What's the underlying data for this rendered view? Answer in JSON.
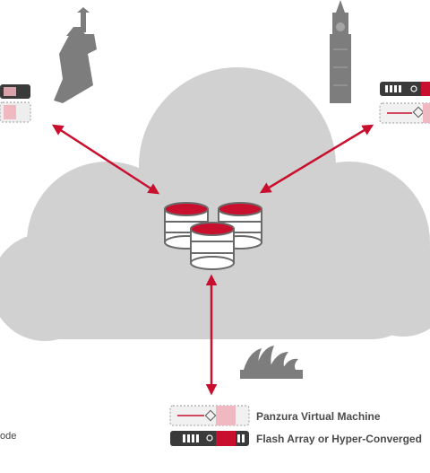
{
  "diagram": {
    "colors": {
      "cloud": "#d1d1d1",
      "accent": "#c8102e",
      "device_dark": "#3a3a3a",
      "landmark": "#7d7d7d",
      "text": "#4a4a4a"
    },
    "icons": {
      "central": "database-cluster-icon",
      "left_landmark": "statue-of-liberty-icon",
      "right_landmark": "big-ben-icon",
      "bottom_landmark": "sydney-opera-house-icon"
    },
    "legend": {
      "virtual_machine": "Panzura Virtual Machine",
      "flash_array": "Flash Array or Hyper-Converged"
    },
    "left_edge_text": "ode"
  }
}
